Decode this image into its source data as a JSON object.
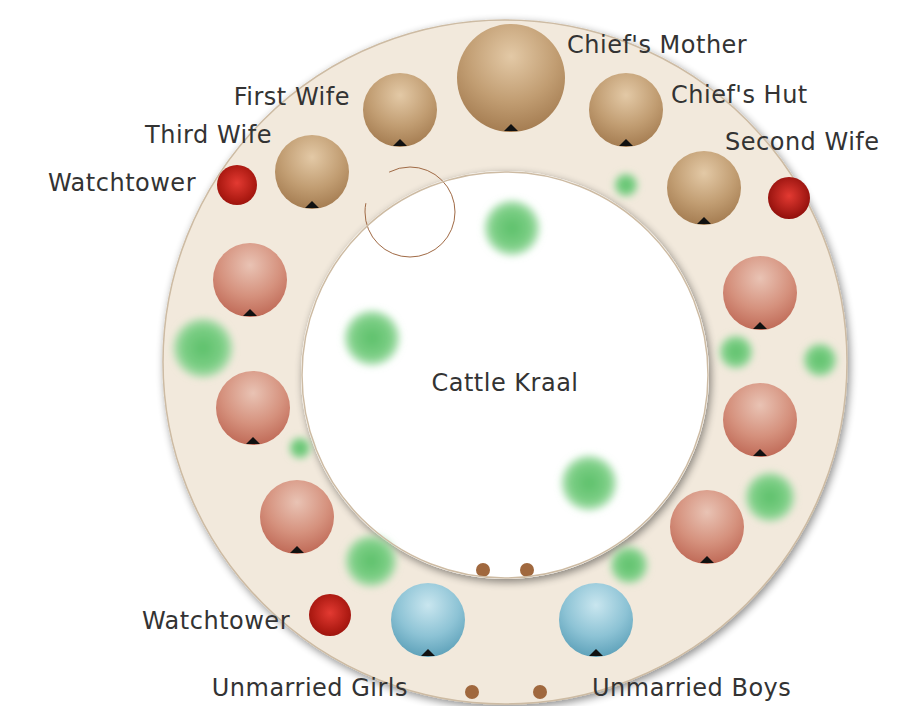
{
  "diagram": {
    "nodes": [
      {
        "text": [
          "Chief's Mother"
        ]
      },
      {
        "text": [
          "First Wife"
        ]
      },
      {
        "text": [
          "Chief's Hut"
        ]
      },
      {
        "text": [
          "Third Wife"
        ]
      },
      {
        "text": [
          "Second Wife"
        ]
      },
      {
        "text": [
          "Watchtower"
        ]
      },
      {
        "text": [
          "Cattle Kraal"
        ]
      },
      {
        "text": [
          "Watchtower"
        ]
      },
      {
        "text": [
          "Unmarried Girls"
        ]
      },
      {
        "text": [
          "Unmarried Boys"
        ]
      }
    ]
  }
}
